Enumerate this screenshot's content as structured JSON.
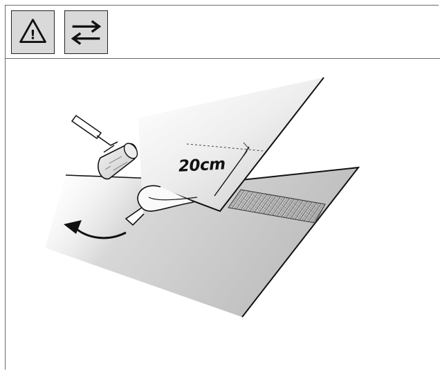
{
  "toolbar": {
    "icons": [
      {
        "name": "warning-icon",
        "glyph": "!"
      },
      {
        "name": "swap-arrows-icon"
      }
    ]
  },
  "illustration": {
    "overlap_label": "20cm",
    "parts": [
      "paint-roller",
      "top-membrane-sheet",
      "bottom-membrane-sheet",
      "reinforcement-mesh",
      "peel-arrow"
    ]
  },
  "colors": {
    "icon_background": "#d9d9d9",
    "line": "#222222",
    "sheet_gray": "#bdbdbd"
  }
}
